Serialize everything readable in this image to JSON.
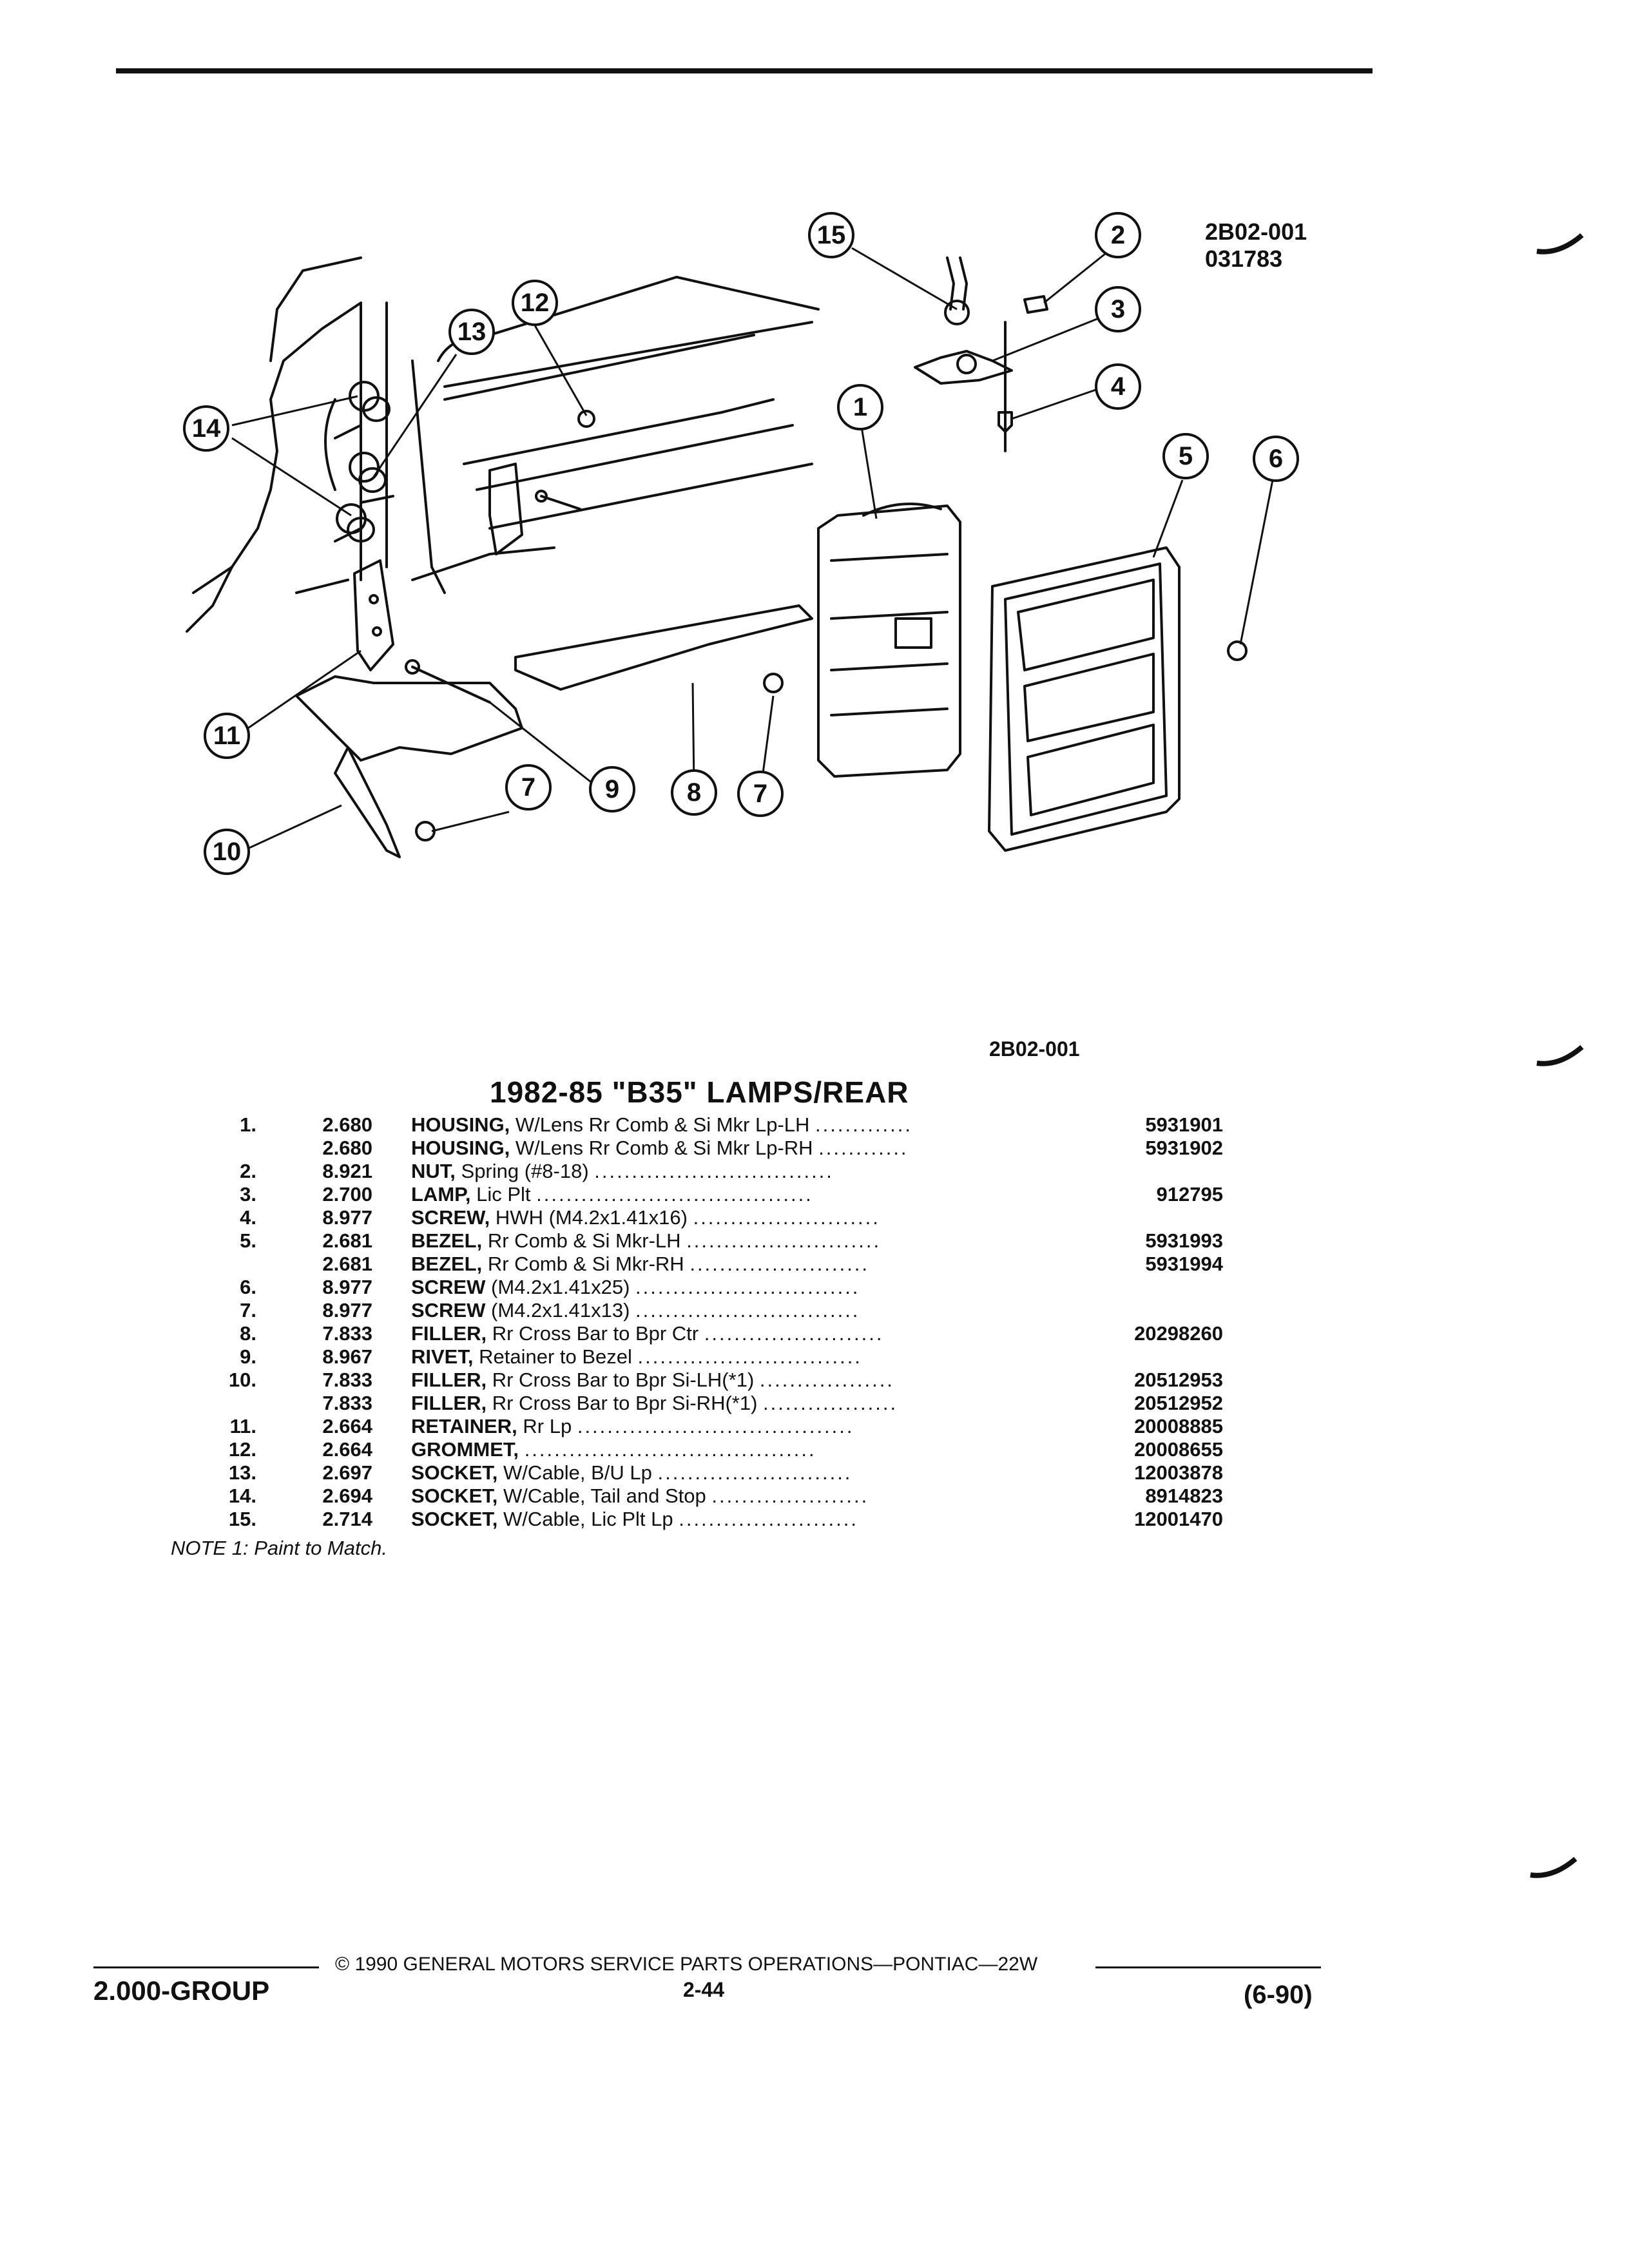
{
  "figure": {
    "code_top": "2B02-001",
    "date_code": "031783",
    "code_bottom": "2B02-001",
    "callouts": [
      "15",
      "2",
      "3",
      "4",
      "1",
      "5",
      "6",
      "12",
      "13",
      "14",
      "11",
      "9",
      "8",
      "7",
      "7",
      "10"
    ]
  },
  "section_title": "1982-85 \"B35\" LAMPS/REAR",
  "parts": [
    {
      "num": "1.",
      "code": "2.680",
      "name": "HOUSING,",
      "desc": "W/Lens Rr Comb & Si Mkr Lp-LH",
      "dots": ".............",
      "pn": "5931901"
    },
    {
      "num": "",
      "code": "2.680",
      "name": "HOUSING,",
      "desc": "W/Lens Rr Comb & Si Mkr Lp-RH",
      "dots": "............",
      "pn": "5931902"
    },
    {
      "num": "2.",
      "code": "8.921",
      "name": "NUT,",
      "desc": "Spring (#8-18)",
      "dots": "................................",
      "pn": ""
    },
    {
      "num": "3.",
      "code": "2.700",
      "name": "LAMP,",
      "desc": "Lic Plt",
      "dots": ".....................................",
      "pn": "912795"
    },
    {
      "num": "4.",
      "code": "8.977",
      "name": "SCREW,",
      "desc": "HWH (M4.2x1.41x16)",
      "dots": ".........................",
      "pn": ""
    },
    {
      "num": "5.",
      "code": "2.681",
      "name": "BEZEL,",
      "desc": "Rr Comb & Si Mkr-LH",
      "dots": "..........................",
      "pn": "5931993"
    },
    {
      "num": "",
      "code": "2.681",
      "name": "BEZEL,",
      "desc": "Rr Comb & Si Mkr-RH",
      "dots": "........................",
      "pn": "5931994"
    },
    {
      "num": "6.",
      "code": "8.977",
      "name": "SCREW",
      "desc": "(M4.2x1.41x25)",
      "dots": "..............................",
      "pn": ""
    },
    {
      "num": "7.",
      "code": "8.977",
      "name": "SCREW",
      "desc": "(M4.2x1.41x13)",
      "dots": "..............................",
      "pn": ""
    },
    {
      "num": "8.",
      "code": "7.833",
      "name": "FILLER,",
      "desc": "Rr Cross Bar to Bpr Ctr",
      "dots": "........................",
      "pn": "20298260"
    },
    {
      "num": "9.",
      "code": "8.967",
      "name": "RIVET,",
      "desc": "Retainer to Bezel",
      "dots": "..............................",
      "pn": ""
    },
    {
      "num": "10.",
      "code": "7.833",
      "name": "FILLER,",
      "desc": "Rr Cross Bar to Bpr Si-LH(*1)",
      "dots": "..................",
      "pn": "20512953"
    },
    {
      "num": "",
      "code": "7.833",
      "name": "FILLER,",
      "desc": "Rr Cross Bar to Bpr Si-RH(*1)",
      "dots": "..................",
      "pn": "20512952"
    },
    {
      "num": "11.",
      "code": "2.664",
      "name": "RETAINER,",
      "desc": "Rr Lp",
      "dots": ".....................................",
      "pn": "20008885"
    },
    {
      "num": "12.",
      "code": "2.664",
      "name": "GROMMET,",
      "desc": "",
      "dots": ".......................................",
      "pn": "20008655"
    },
    {
      "num": "13.",
      "code": "2.697",
      "name": "SOCKET,",
      "desc": "W/Cable, B/U Lp",
      "dots": "..........................",
      "pn": "12003878"
    },
    {
      "num": "14.",
      "code": "2.694",
      "name": "SOCKET,",
      "desc": "W/Cable, Tail and Stop",
      "dots": ".....................",
      "pn": "8914823"
    },
    {
      "num": "15.",
      "code": "2.714",
      "name": "SOCKET,",
      "desc": "W/Cable, Lic Plt Lp",
      "dots": "........................",
      "pn": "12001470"
    }
  ],
  "note": "NOTE 1: Paint to Match.",
  "footer": {
    "group": "2.000-GROUP",
    "copyright": "© 1990 GENERAL MOTORS SERVICE PARTS OPERATIONS—PONTIAC—22W",
    "page": "2-44",
    "date": "(6-90)"
  }
}
